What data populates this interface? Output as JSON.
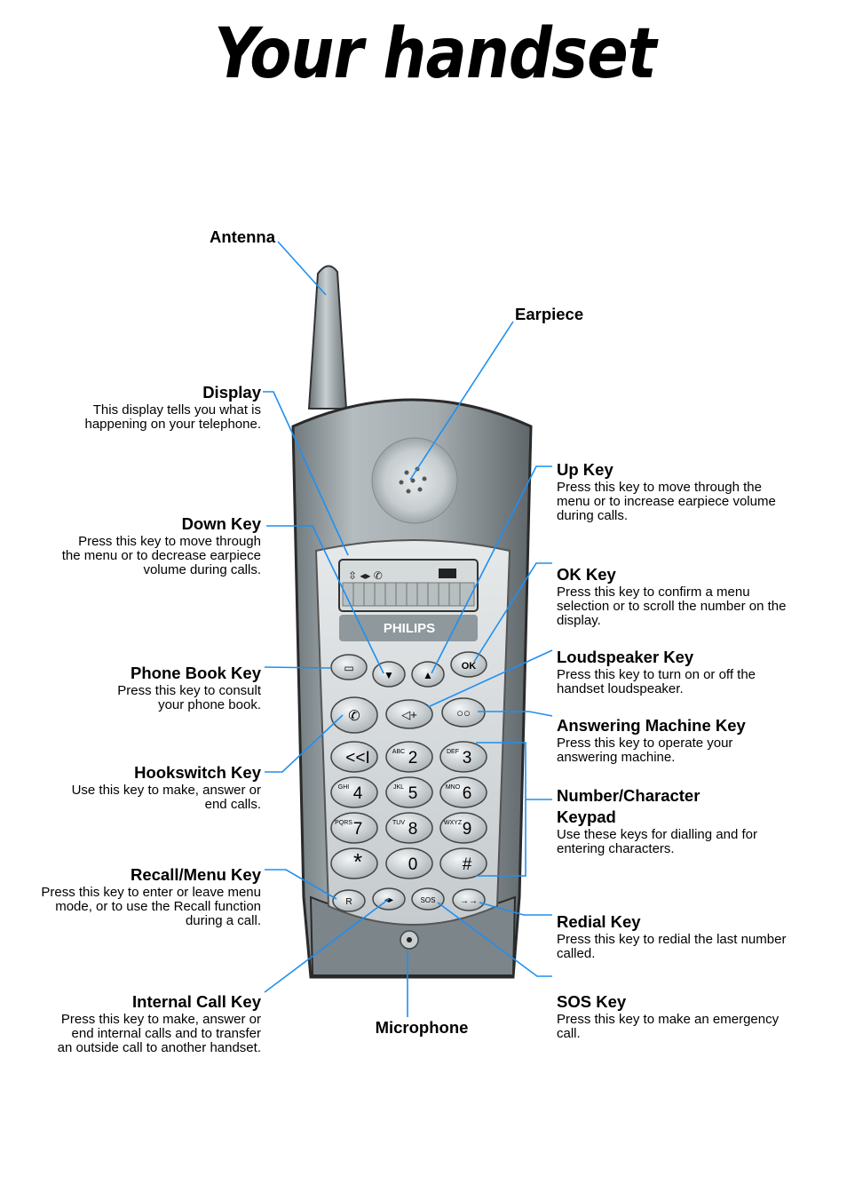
{
  "title": "Your handset",
  "brand": "PHILIPS",
  "colors": {
    "leader_line": "#1f8ff0",
    "handset_body": "#8e979b",
    "handset_face": "#d7dcde",
    "title": "#000000"
  },
  "labels": {
    "antenna": {
      "title": "Antenna"
    },
    "earpiece": {
      "title": "Earpiece"
    },
    "display": {
      "title": "Display",
      "desc": "This display tells you what is happening on your telephone."
    },
    "down_key": {
      "title": "Down Key",
      "desc": "Press this key to move through the menu or to decrease earpiece volume during calls."
    },
    "phone_book_key": {
      "title": "Phone Book Key",
      "desc": "Press this key to consult your phone book."
    },
    "hookswitch_key": {
      "title": "Hookswitch Key",
      "desc": "Use this key to make, answer or end calls."
    },
    "recall_menu_key": {
      "title": "Recall/Menu Key",
      "desc": "Press this key to enter or leave menu mode, or to use the Recall function during a call."
    },
    "internal_call_key": {
      "title": "Internal Call Key",
      "desc": "Press this key to make, answer or end internal calls and to transfer an outside call to another handset."
    },
    "microphone": {
      "title": "Microphone"
    },
    "up_key": {
      "title": "Up Key",
      "desc": "Press this key to move through the menu or to increase earpiece volume during calls."
    },
    "ok_key": {
      "title": "OK Key",
      "desc": "Press this key to confirm a menu selection or to scroll the number on the display."
    },
    "loudspeaker_key": {
      "title": "Loudspeaker Key",
      "desc": "Press this key to turn on or off the handset loudspeaker."
    },
    "answering_machine_key": {
      "title": "Answering Machine Key",
      "desc": "Press this key to operate your answering machine."
    },
    "keypad": {
      "title": "Number/Character Keypad",
      "desc": "Use these keys for dialling and for entering characters."
    },
    "redial_key": {
      "title": "Redial Key",
      "desc": "Press this key to redial the last number called."
    },
    "sos_key": {
      "title": "SOS Key",
      "desc": "Press this key to make an emergency call."
    }
  },
  "keypad_keys": [
    {
      "main": "<<I",
      "sub": ""
    },
    {
      "main": "2",
      "sub": "ABC"
    },
    {
      "main": "3",
      "sub": "DEF"
    },
    {
      "main": "4",
      "sub": "GHI"
    },
    {
      "main": "5",
      "sub": "JKL"
    },
    {
      "main": "6",
      "sub": "MNO"
    },
    {
      "main": "7",
      "sub": "PQRS"
    },
    {
      "main": "8",
      "sub": "TUV"
    },
    {
      "main": "9",
      "sub": "WXYZ"
    },
    {
      "main": "*",
      "sub": ""
    },
    {
      "main": "0",
      "sub": ""
    },
    {
      "main": "#",
      "sub": ""
    }
  ],
  "bottom_keys": {
    "recall": "R",
    "sos": "SOS"
  },
  "ok_label": "OK"
}
